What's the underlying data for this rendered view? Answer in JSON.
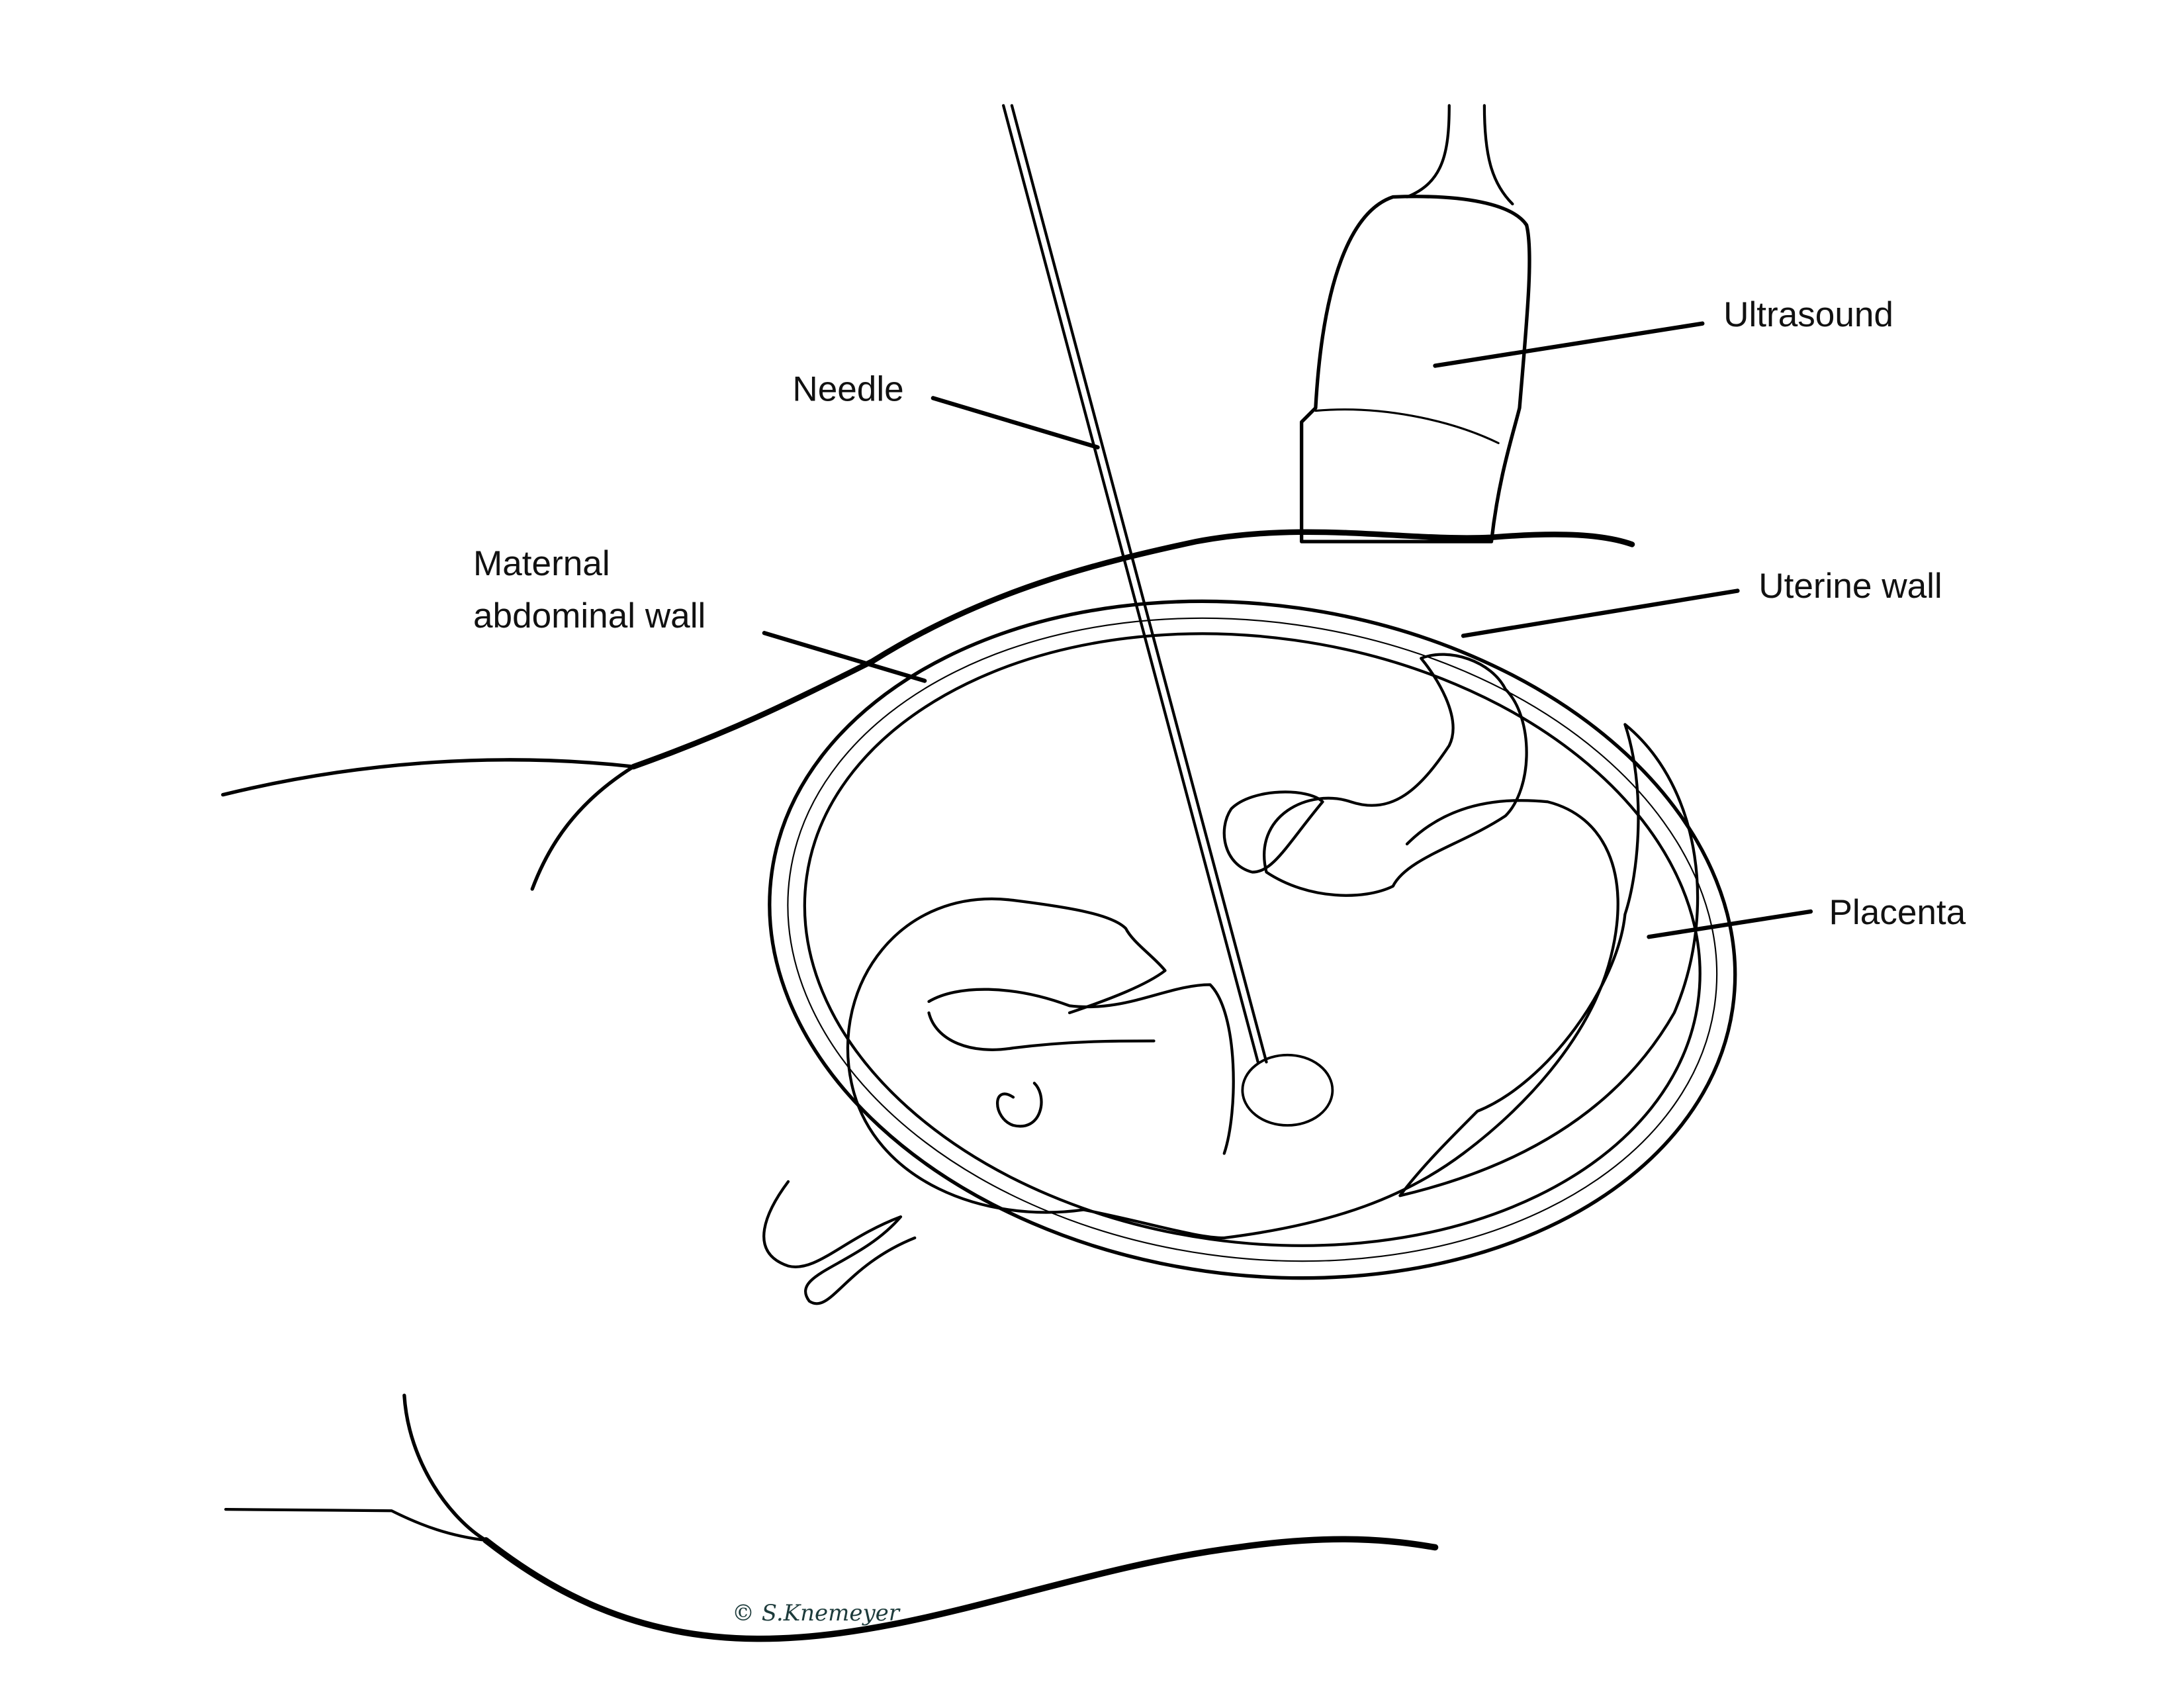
{
  "labels": {
    "ultrasound": "Ultrasound",
    "needle": "Needle",
    "maternal_line1": "Maternal",
    "maternal_line2": "abdominal wall",
    "uterine_wall": "Uterine wall",
    "placenta": "Placenta"
  },
  "signature": "© S.Knemeyer",
  "colors": {
    "line": "#000000",
    "background": "#ffffff",
    "signature": "#1d3b3b"
  }
}
